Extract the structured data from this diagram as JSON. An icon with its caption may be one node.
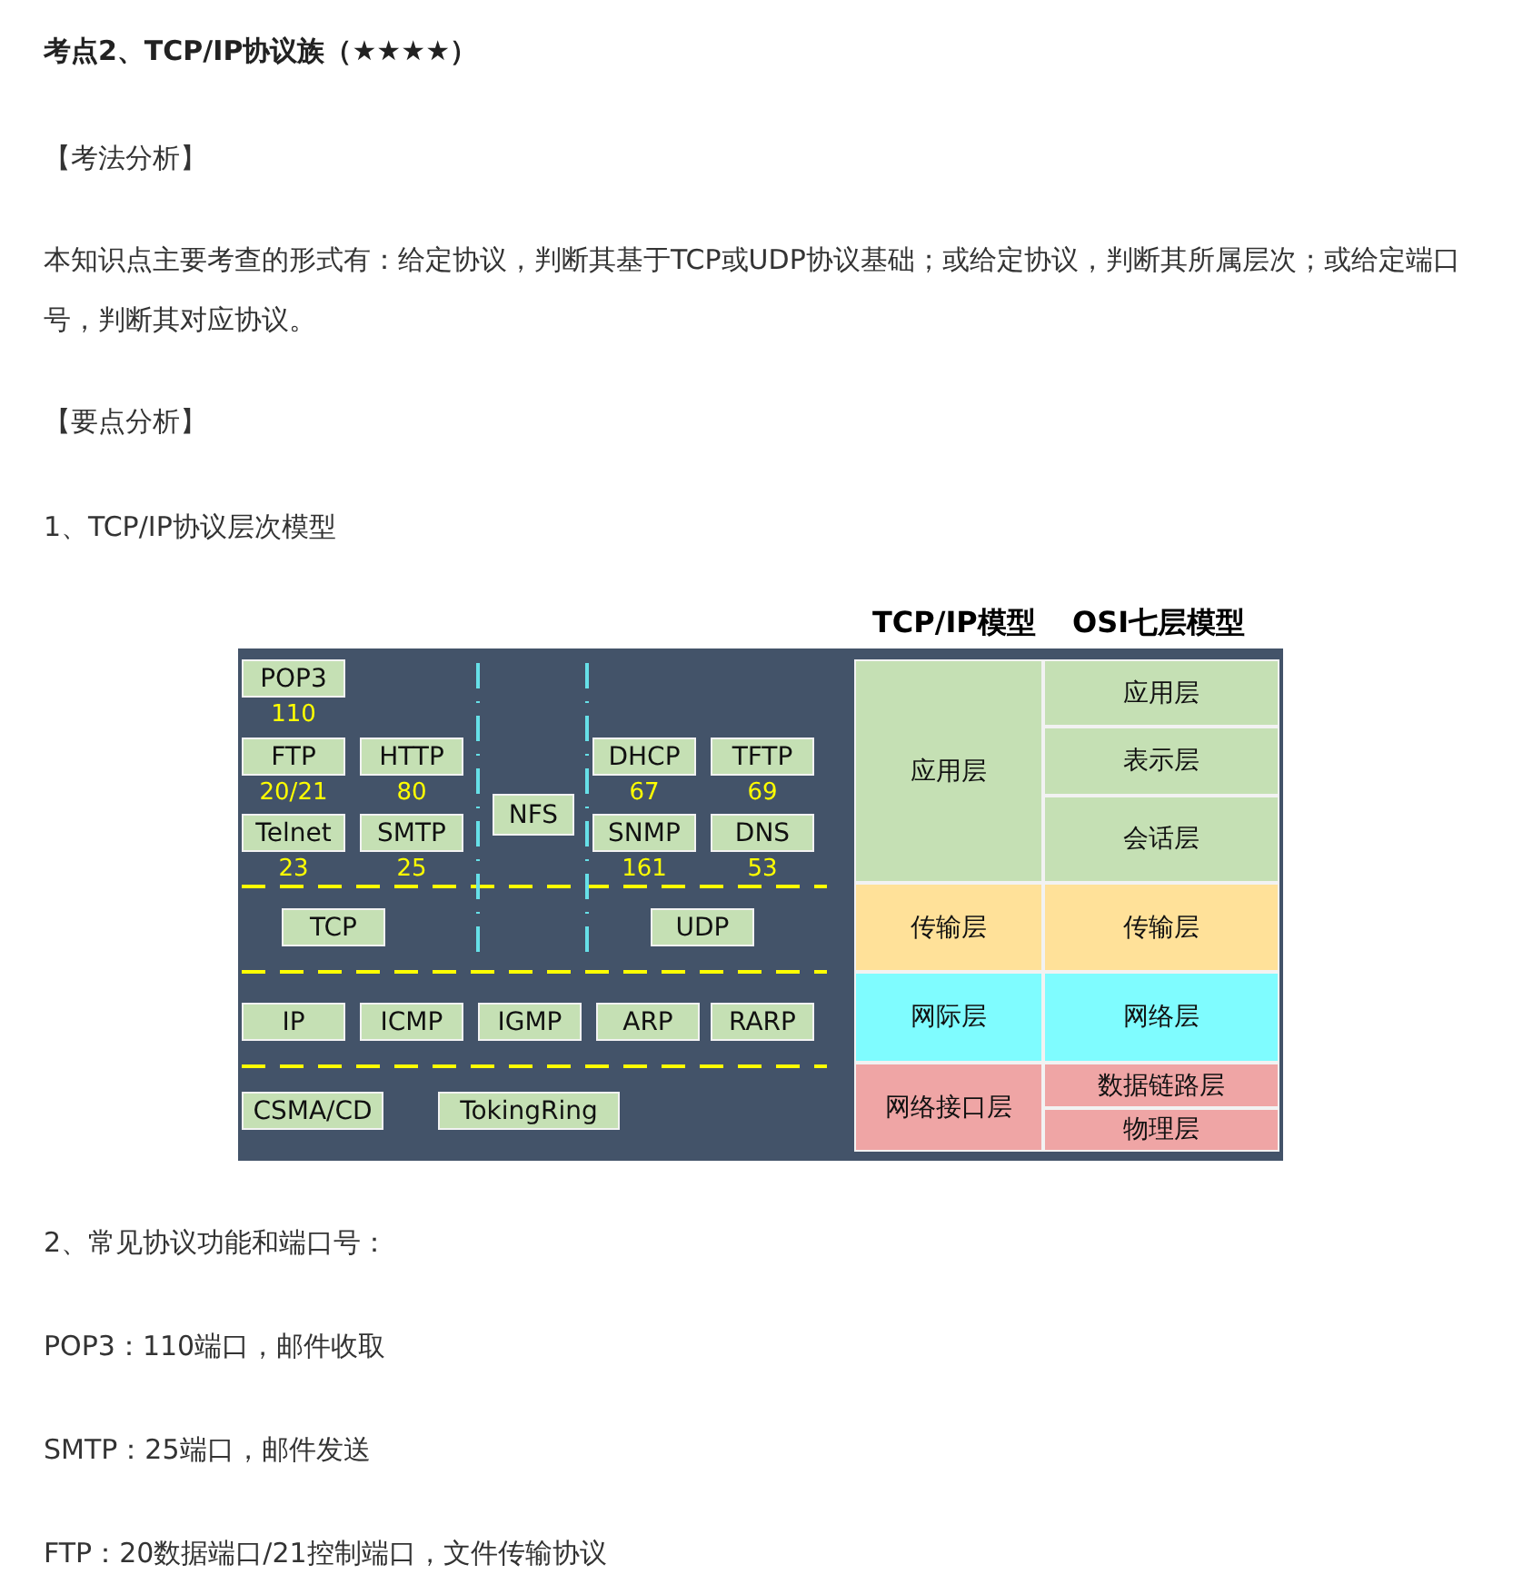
{
  "diagram": {
    "title": "考点2、TCP/IP协议族（★★★★）",
    "nodes": [
      {
        "text": [
          "POP3"
        ],
        "beside": [
          "110"
        ]
      },
      {
        "text": [
          "FTP"
        ],
        "beside": [
          "20/21"
        ]
      },
      {
        "text": [
          "HTTP"
        ],
        "beside": [
          "80"
        ]
      },
      {
        "text": [
          "Telnet"
        ],
        "beside": [
          "23"
        ]
      },
      {
        "text": [
          "SMTP"
        ],
        "beside": [
          "25"
        ]
      },
      {
        "text": [
          "NFS"
        ]
      },
      {
        "text": [
          "DHCP"
        ],
        "beside": [
          "67"
        ]
      },
      {
        "text": [
          "TFTP"
        ],
        "beside": [
          "69"
        ]
      },
      {
        "text": [
          "SNMP"
        ],
        "beside": [
          "161"
        ]
      },
      {
        "text": [
          "DNS"
        ],
        "beside": [
          "53"
        ]
      },
      {
        "text": [
          "TCP"
        ]
      },
      {
        "text": [
          "UDP"
        ]
      },
      {
        "text": [
          "IP"
        ]
      },
      {
        "text": [
          "ICMP"
        ]
      },
      {
        "text": [
          "IGMP"
        ]
      },
      {
        "text": [
          "ARP"
        ]
      },
      {
        "text": [
          "RARP"
        ]
      },
      {
        "text": [
          "CSMA/CD"
        ]
      },
      {
        "text": [
          "TokingRing"
        ]
      },
      {
        "text": [
          "应用层"
        ]
      },
      {
        "text": [
          "应用层"
        ]
      },
      {
        "text": [
          "表示层"
        ]
      },
      {
        "text": [
          "会话层"
        ]
      },
      {
        "text": [
          "传输层"
        ]
      },
      {
        "text": [
          "传输层"
        ]
      },
      {
        "text": [
          "网际层"
        ]
      },
      {
        "text": [
          "网络层"
        ]
      },
      {
        "text": [
          "网络接口层"
        ]
      },
      {
        "text": [
          "数据链路层"
        ]
      },
      {
        "text": [
          "物理层"
        ]
      }
    ],
    "labels": [
      "【考法分析】",
      "本知识点主要考查的形式有：给定协议，判断其基于TCP或UDP协议基础；或给定协议，判断其所属层次；或给定端口号，判断其对应协议。",
      "【要点分析】",
      "1、TCP/IP协议层次模型",
      "TCP/IP模型",
      "OSI七层模型",
      "2、常见协议功能和端口号：",
      "POP3：110端口，邮件收取",
      "SMTP：25端口，邮件发送",
      "FTP：20数据端口/21控制端口，文件传输协议"
    ]
  }
}
